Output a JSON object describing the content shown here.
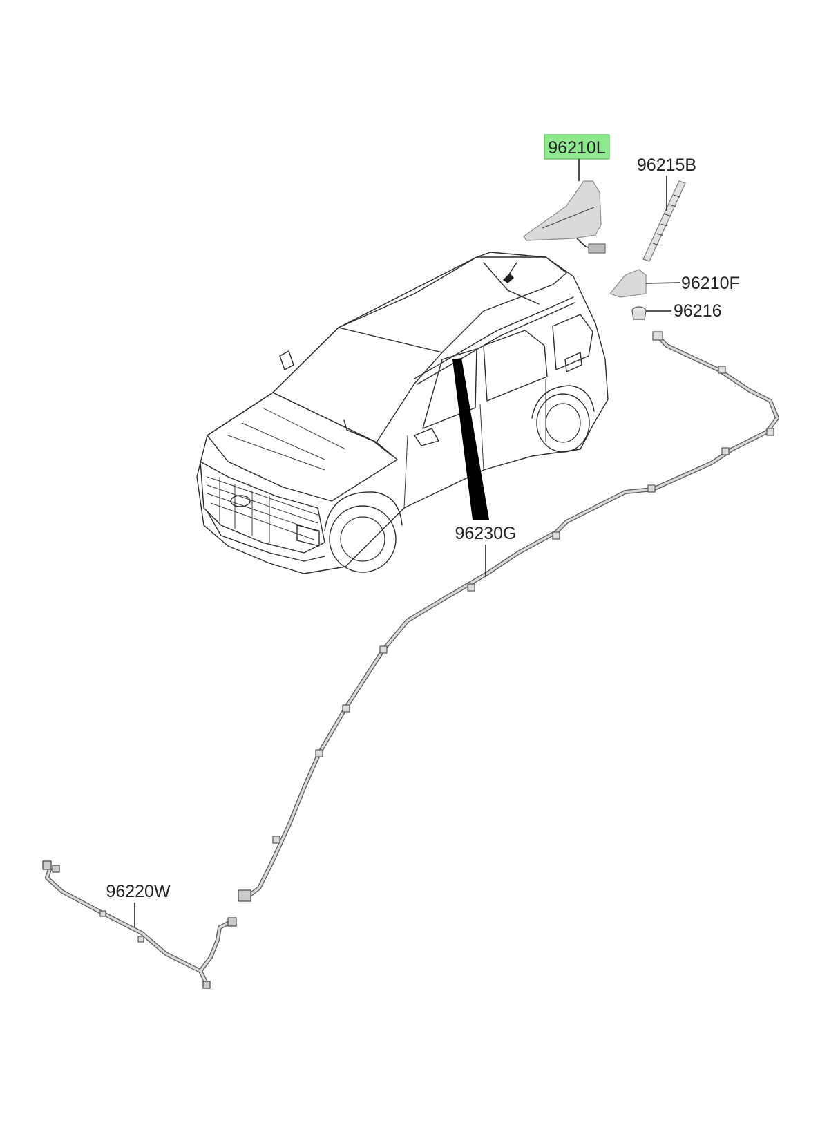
{
  "parts": {
    "shark_fin_antenna": {
      "number": "96210L",
      "highlighted": true,
      "highlight_color": "#8ee88e"
    },
    "antenna_rod": {
      "number": "96215B"
    },
    "antenna_base": {
      "number": "96210F"
    },
    "antenna_nut": {
      "number": "96216"
    },
    "roof_feeder_cable": {
      "number": "96230G"
    },
    "extension_cable": {
      "number": "96220W"
    }
  },
  "colors": {
    "line": "#222222",
    "part_fill": "#dadada",
    "highlight": "#8ee88e"
  }
}
